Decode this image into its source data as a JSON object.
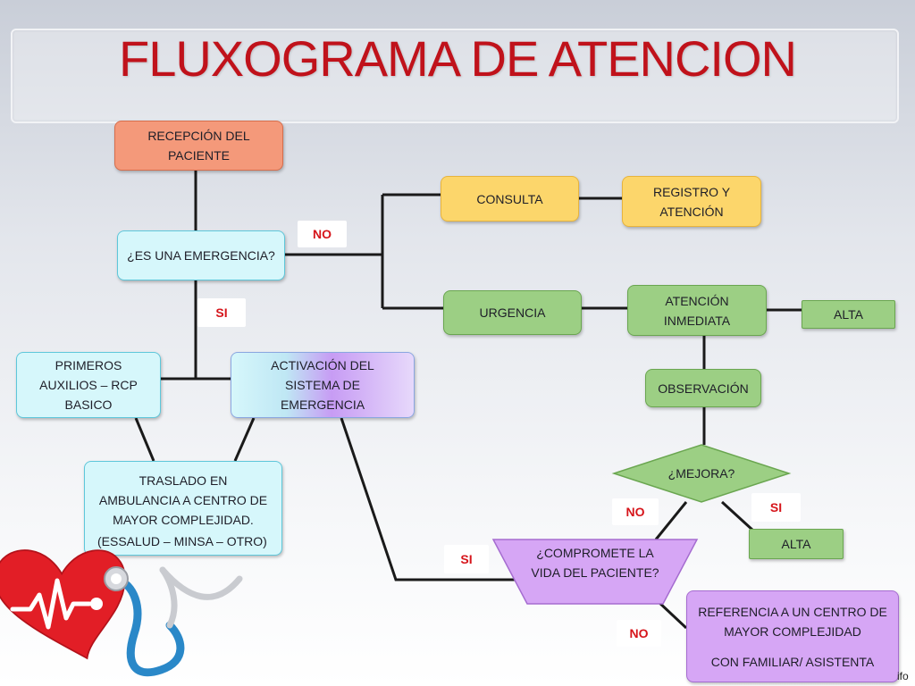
{
  "title": "FLUXOGRAMA DE ATENCION",
  "nodes": {
    "recepcion": "RECEPCIÓN DEL PACIENTE",
    "emergencia": "¿ES UNA EMERGENCIA?",
    "consulta": "CONSULTA",
    "registro": "REGISTRO Y ATENCIÓN",
    "urgencia": "URGENCIA",
    "atencion_inmediata": "ATENCIÓN INMEDIATA",
    "alta_1": "ALTA",
    "primeros_auxilios": "PRIMEROS AUXILIOS – RCP BASICO",
    "activacion": "ACTIVACIÓN DEL SISTEMA DE EMERGENCIA",
    "observacion": "OBSERVACIÓN",
    "mejora": "¿MEJORA?",
    "traslado": "TRASLADO EN AMBULANCIA A CENTRO DE MAYOR COMPLEJIDAD.",
    "traslado_cut": "(ESSALUD – MINSA – OTRO)",
    "compromete": "¿COMPROMETE LA VIDA DEL PACIENTE?",
    "alta_2": "ALTA",
    "referencia": "REFERENCIA A UN CENTRO DE MAYOR COMPLEJIDAD",
    "referencia_2": "CON FAMILIAR/ ASISTENTA"
  },
  "labels": {
    "no_1": "NO",
    "si_1": "SI",
    "no_2": "NO",
    "si_2": "SI",
    "si_3": "SI",
    "no_3": "NO"
  },
  "footer_fragment": "ifo",
  "colors": {
    "title": "#c0121b",
    "orange": "#f4997a",
    "yellow": "#fcd66b",
    "green": "#9ccf84",
    "cyan": "#d6f7fb",
    "purple": "#d6a6f5",
    "label_text": "#d6151b"
  }
}
